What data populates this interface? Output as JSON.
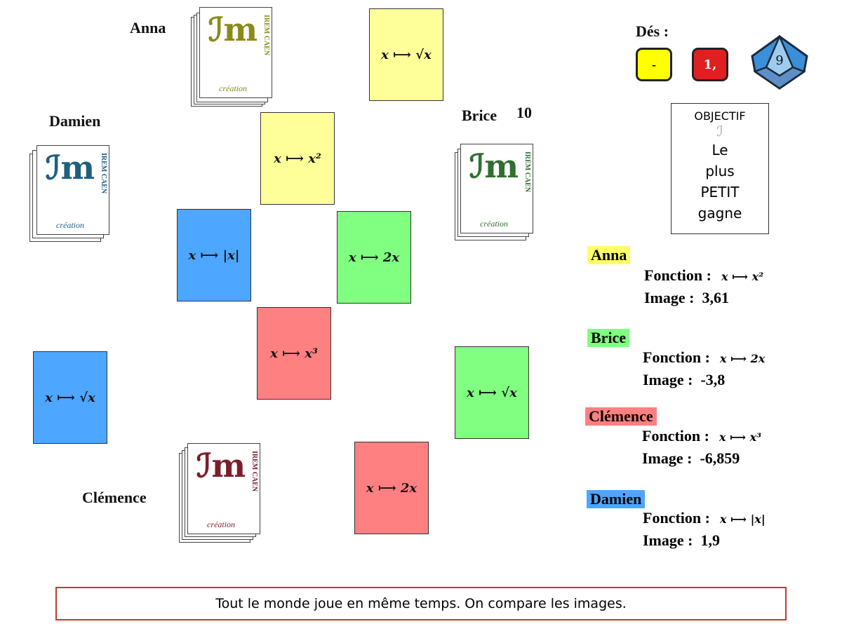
{
  "players": {
    "anna": "Anna",
    "brice": "Brice",
    "clemence": "Clémence",
    "damien": "Damien",
    "brice_score": "10"
  },
  "logo": {
    "text": "IREM CAEN",
    "creation": "création",
    "mark": "ℐm"
  },
  "cards": [
    "x ⟼ √x",
    "x ⟼ x²",
    "x ⟼ |x|",
    "x ⟼ 2x",
    "x ⟼ x³",
    "x ⟼ √x",
    "x ⟼ √x",
    "x ⟼ 2x"
  ],
  "dice": {
    "label": "Dés :",
    "yellow": "-",
    "red": "1,",
    "blue": "9"
  },
  "objective": {
    "title": "OBJECTIF",
    "lines": [
      "Le",
      "plus",
      "PETIT",
      "gagne"
    ]
  },
  "results": {
    "fonction_label": "Fonction :",
    "image_label": "Image :",
    "items": [
      {
        "name": "Anna",
        "formula": "x ⟼ x²",
        "image": "3,61",
        "color": "#ffff66"
      },
      {
        "name": "Brice",
        "formula": "x ⟼ 2x",
        "image": "-3,8",
        "color": "#80ff80"
      },
      {
        "name": "Clémence",
        "formula": "x ⟼ x³",
        "image": "-6,859",
        "color": "#ff8080"
      },
      {
        "name": "Damien",
        "formula": "x ⟼ |x|",
        "image": "1,9",
        "color": "#4da6ff"
      }
    ]
  },
  "footer": "Tout le monde joue en même temps. On compare les images."
}
